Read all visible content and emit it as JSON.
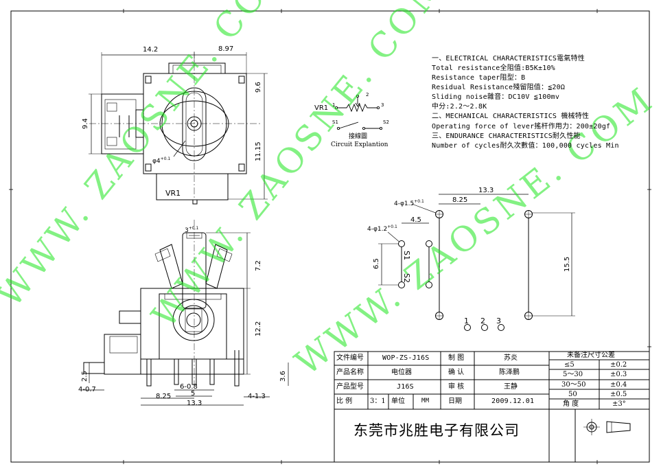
{
  "drawing": {
    "dims": {
      "d14_2": "14.2",
      "d8_97": "8.97",
      "d9_6": "9.6",
      "d9_4": "9.4",
      "d11_15": "11.15",
      "hole_dia": "φ4",
      "vr1_label": "VR1",
      "pin_width": "3",
      "d7_2": "7.2",
      "d12_2": "12.2",
      "d2_5": "2.5",
      "d3_6": "3.6",
      "d4_07": "4-0.7",
      "d6_08": "6-0.8",
      "d5": "5",
      "d8_25b": "8.25",
      "d13_3b": "13.3",
      "d4_13": "4-1.3",
      "pcb_13_3": "13.3",
      "pcb_8_25": "8.25",
      "pcb_hole_big": "4-φ1.5",
      "pcb_4_5": "4.5",
      "pcb_hole_small": "4-φ1.2",
      "pcb_6_5": "6.5",
      "pcb_15_5": "15.5",
      "pcb_s1": "S1",
      "pcb_s2": "S2",
      "pin1": "1",
      "pin2": "2",
      "pin3": "3"
    },
    "circuit": {
      "vr1": "VR1",
      "p1": "1",
      "p2": "2",
      "p3": "3",
      "s1": "S1",
      "s2": "S2",
      "caption_cn": "接線圖",
      "caption_en": "Circuit Explantion"
    }
  },
  "specs": [
    "一、ELECTRICAL CHARACTERISTICS電氣特性",
    "Total resistance全阻值:B5K±10%",
    "Resistance taper阻型：B",
    "Residual Resistance殘留阻值：≦20Ω",
    "Sliding noise雜音：DC10V ≦100mv",
    "中分:2.2～2.8K",
    "二、MECHANICAL CHARACTERISTICS  機械特性",
    "Operating force of lever搖杆作用力：200±20gf",
    "三、ENDURANCE CHARACTERISTICS耐久性能",
    "Number of cycles耐久次數值：100,000 cycles Min"
  ],
  "title_block": {
    "file_no_label": "文件编号",
    "file_no": "WOP-ZS-J16S",
    "drawn_label": "制  图",
    "drawn": "苏炎",
    "product_name_label": "产品名称",
    "product_name": "电位器",
    "confirm_label": "确  认",
    "confirm": "陈泽鹏",
    "model_label": "产品型号",
    "model": "J16S",
    "review_label": "审  核",
    "review": "王静",
    "scale_label": "比  例",
    "scale": "3：1",
    "unit_label": "单位",
    "unit": "MM",
    "date_label": "日期",
    "date": "2009.12.01",
    "company": "东莞市兆胜电子有限公司",
    "tolerance_title": "未备注尺寸公差",
    "tolerances": [
      {
        "range": "≤5",
        "tol": "±0.2"
      },
      {
        "range": "5～30",
        "tol": "±0.3"
      },
      {
        "range": "30～50",
        "tol": "±0.4"
      },
      {
        "range": "50",
        "tol": "±0.5"
      },
      {
        "range": "角  度",
        "tol": "±3°"
      }
    ]
  },
  "watermarks": [
    "WWW. ZAOSNE. COM",
    "WWW. ZAOSNE. COM",
    "WWW. ZAOSNE. COM"
  ]
}
